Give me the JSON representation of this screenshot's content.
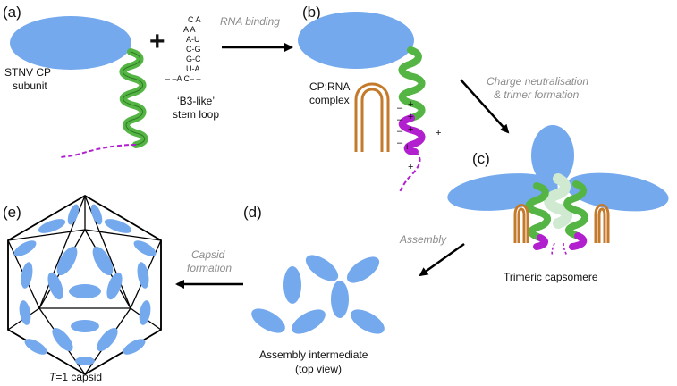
{
  "panels": {
    "a": "(a)",
    "b": "(b)",
    "c": "(c)",
    "d": "(d)",
    "e": "(e)"
  },
  "labels": {
    "stnv_line1": "STNV CP",
    "stnv_line2": "subunit",
    "plus": "+",
    "b3_line1": "‘B3-like’",
    "b3_line2": "stem loop",
    "complex_line1": "CP:RNA",
    "complex_line2": "complex",
    "trimeric": "Trimeric capsomere",
    "intermediate_line1": "Assembly intermediate",
    "intermediate_line2": "(top view)",
    "capsid_T": "T",
    "capsid_rest": "=1 capsid"
  },
  "steps": {
    "rna_binding": "RNA binding",
    "charge_line1": "Charge neutralisation",
    "charge_line2": "& trimer formation",
    "assembly": "Assembly",
    "capsid_line1": "Capsid",
    "capsid_line2": "formation"
  },
  "stem_loop": {
    "row1": "C A",
    "row2": "A   A",
    "row3": "A-U",
    "row4": "C-G",
    "row5": "G-C",
    "row6": "U-A",
    "row7": "– –A     C– –"
  },
  "charges": {
    "plus": "+",
    "minus": "–"
  },
  "colors": {
    "protein": "#74a9ee",
    "helix": "#55b544",
    "basic_tail": "#b21fcf",
    "rna": "#c47a2a",
    "arrow": "#000000"
  }
}
